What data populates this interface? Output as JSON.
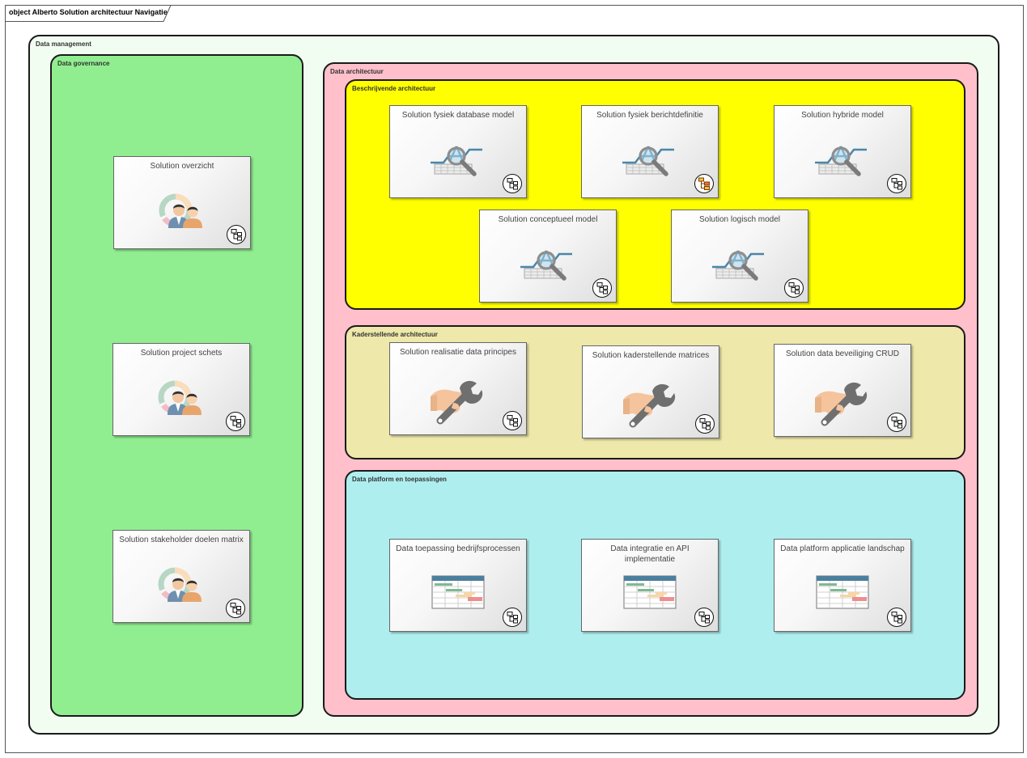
{
  "diagram": {
    "title": "object Alberto Solution architectuur Navigatie",
    "groups": {
      "data_management": "Data management",
      "data_governance": "Data governance",
      "data_architectuur": "Data architectuur",
      "beschrijvende": "Beschrijvende architectuur",
      "kaderstellende": "Kaderstellende architectuur",
      "platform": "Data platform en toepassingen"
    },
    "colors": {
      "data_management": "#f2fdf2",
      "data_governance": "#90ee90",
      "data_architectuur": "#ffc0cb",
      "beschrijvende": "#ffff00",
      "kaderstellende": "#eee8aa",
      "platform": "#afeeee"
    },
    "cards": {
      "overzicht": {
        "title": "Solution overzicht",
        "icon": "stakeholders-icon",
        "badge": "diagram-link-icon"
      },
      "project_schets": {
        "title": "Solution project schets",
        "icon": "stakeholders-icon",
        "badge": "diagram-link-icon"
      },
      "stakeholder_matrix": {
        "title": "Solution stakeholder doelen matrix",
        "icon": "stakeholders-icon",
        "badge": "diagram-link-icon"
      },
      "fysiek_db": {
        "title": "Solution fysiek database model",
        "icon": "data-model-icon",
        "badge": "diagram-link-icon"
      },
      "fysiek_bericht": {
        "title": "Solution fysiek berichtdefinitie",
        "icon": "data-model-icon",
        "badge": "hierarchy-icon"
      },
      "hybride": {
        "title": "Solution hybride model",
        "icon": "data-model-icon",
        "badge": "diagram-link-icon"
      },
      "conceptueel": {
        "title": "Solution conceptueel model",
        "icon": "data-model-icon",
        "badge": "diagram-link-icon"
      },
      "logisch": {
        "title": "Solution logisch model",
        "icon": "data-model-icon",
        "badge": "diagram-link-icon"
      },
      "realisatie": {
        "title": "Solution realisatie data principes",
        "icon": "wrench-hand-icon",
        "badge": "diagram-link-icon"
      },
      "kader_matrices": {
        "title": "Solution kaderstellende matrices",
        "icon": "wrench-hand-icon",
        "badge": "diagram-link-icon"
      },
      "beveiliging": {
        "title": "Solution data beveiliging CRUD",
        "icon": "wrench-hand-icon",
        "badge": "diagram-link-icon"
      },
      "toepassing": {
        "title": "Data toepassing bedrijfsprocessen",
        "icon": "gantt-chart-icon",
        "badge": "diagram-link-icon"
      },
      "integratie": {
        "title": "Data integratie en API implementatie",
        "icon": "gantt-chart-icon",
        "badge": "diagram-link-icon"
      },
      "landschap": {
        "title": "Data platform applicatie landschap",
        "icon": "gantt-chart-icon",
        "badge": "diagram-link-icon"
      }
    }
  }
}
